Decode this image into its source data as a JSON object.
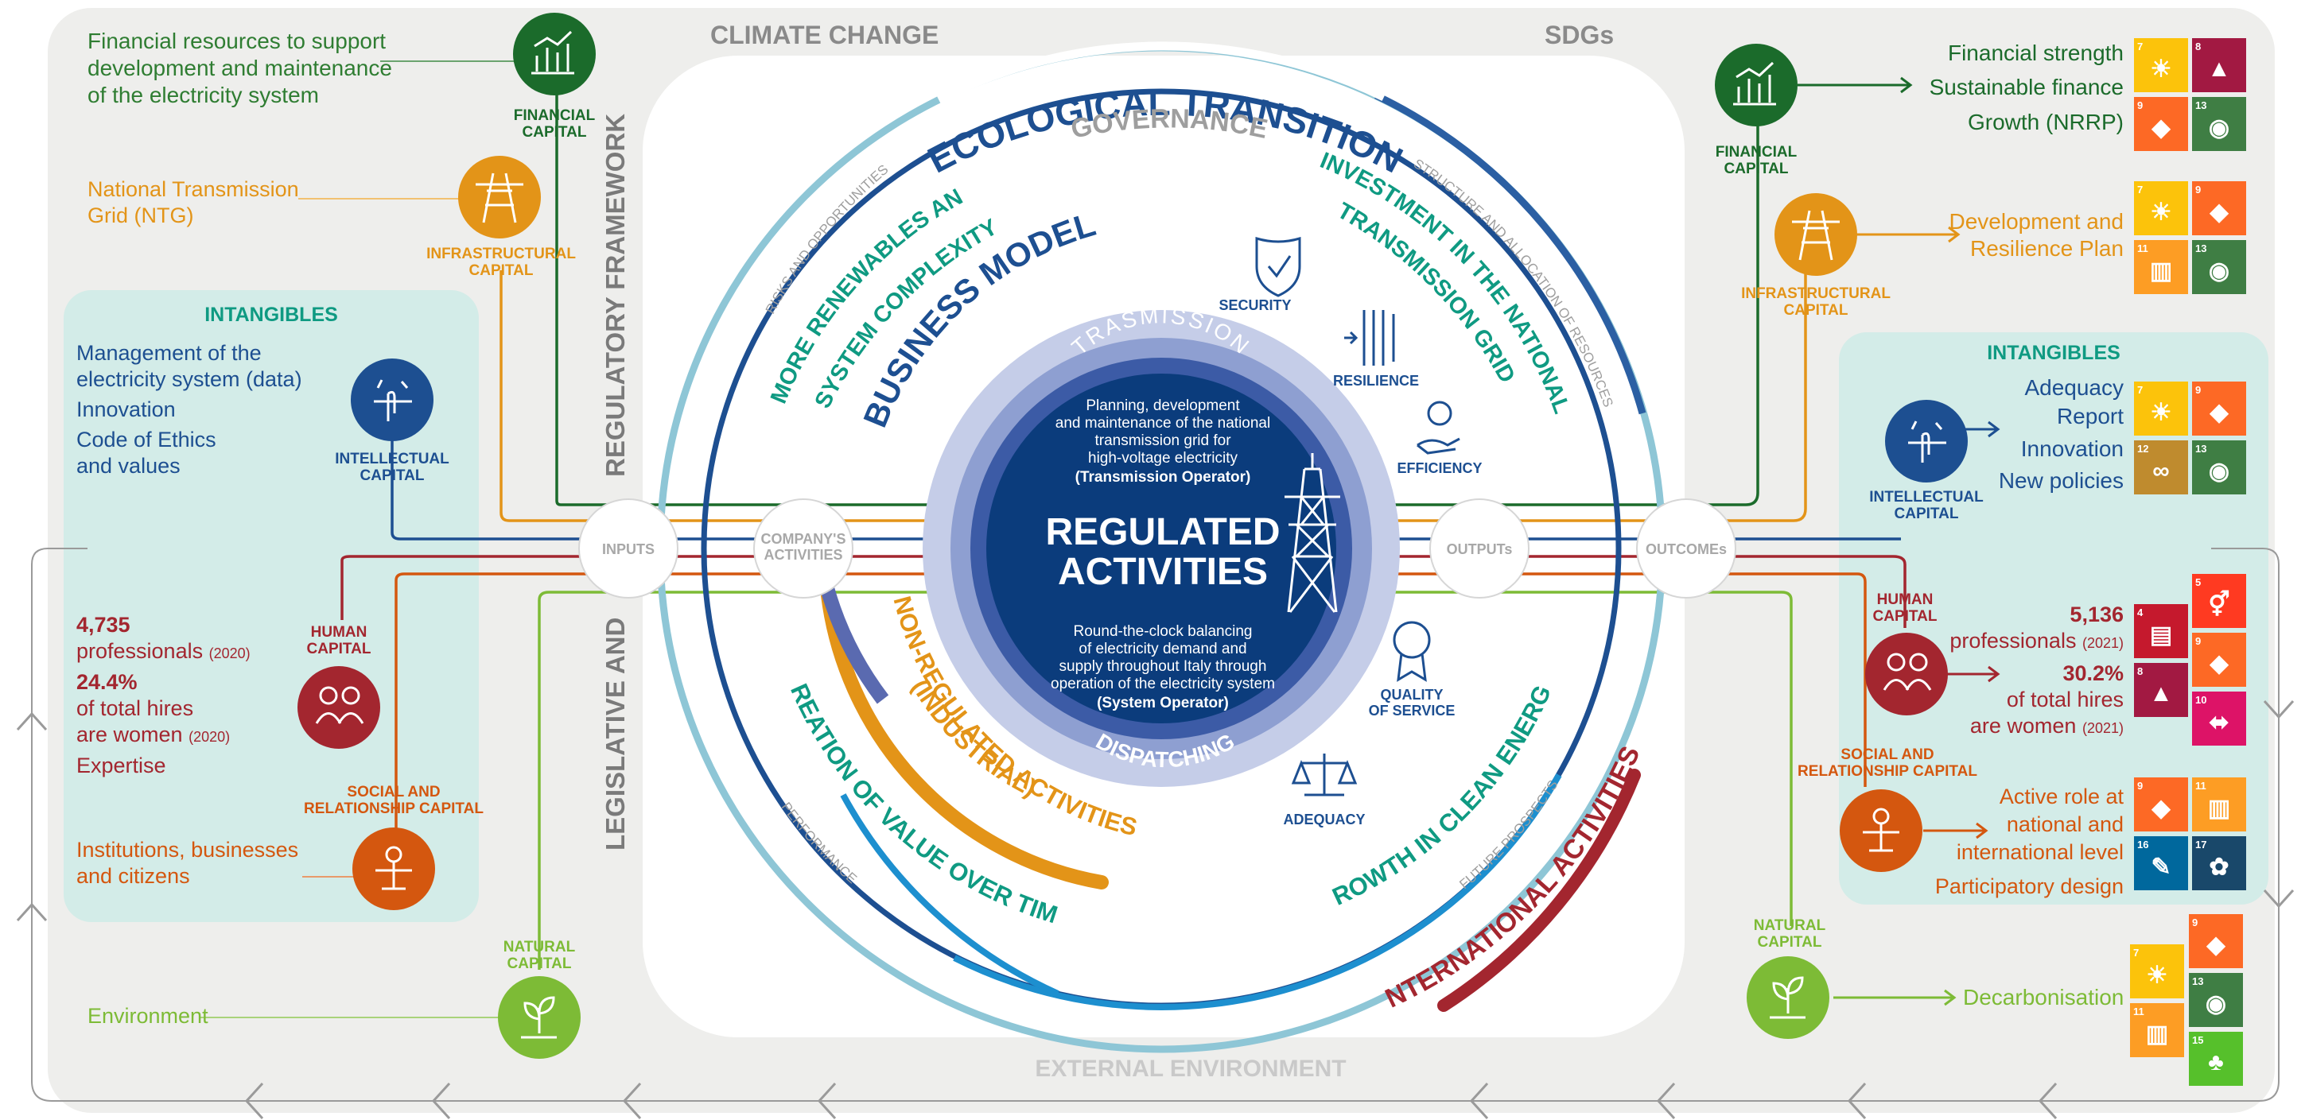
{
  "header": {
    "climate_change": "CLIMATE CHANGE",
    "sdgs": "SDGs",
    "external_environment": "EXTERNAL ENVIRONMENT",
    "regulatory_framework": "REGULATORY FRAMEWORK",
    "legislative_and": "LEGISLATIVE AND"
  },
  "ring": {
    "ecological_transition": "ECOLOGICAL TRANSITION",
    "governance": "GOVERNANCE",
    "business_model": "BUSINESS MODEL",
    "more_renewables_1": "MORE RENEWABLES AND",
    "more_renewables_2": "SYSTEM COMPLEXITY",
    "investment_1": "INVESTMENT IN THE NATIONAL",
    "investment_2": "TRANSMISSION GRID",
    "risks": "RISKS AND OPPORTUNITIES",
    "structure": "STRUCTURE AND ALLOCATION OF RESOURCES",
    "performance": "PERFORMANCE",
    "future": "FUTURE PROSPECTS",
    "creation": "CREATION OF VALUE OVER TIME",
    "growth": "GROWTH IN CLEAN ENERGY",
    "non_regulated_1": "NON-REGULATED ACTIVITIES",
    "non_regulated_2": "(INDUSTRIAL)",
    "international": "INTERNATIONAL ACTIVITIES"
  },
  "core": {
    "transmission": "TRASMISSION",
    "transmission_desc_1": "Planning, development",
    "transmission_desc_2": "and maintenance of the national",
    "transmission_desc_3": "transmission grid for",
    "transmission_desc_4": "high-voltage electricity",
    "transmission_role": "(Transmission Operator)",
    "regulated_1": "REGULATED",
    "regulated_2": "ACTIVITIES",
    "dispatch_desc_1": "Round-the-clock balancing",
    "dispatch_desc_2": "of electricity demand and",
    "dispatch_desc_3": "supply throughout Italy through",
    "dispatch_desc_4": "operation of the electricity system",
    "dispatch_role": "(System Operator)",
    "dispatching": "DISPATCHING"
  },
  "pillars": {
    "security": "SECURITY",
    "resilience": "RESILIENCE",
    "efficiency": "EFFICIENCY",
    "quality_1": "QUALITY",
    "quality_2": "OF SERVICE",
    "adequacy": "ADEQUACY"
  },
  "flow": {
    "inputs": "INPUTS",
    "activities_1": "COMPANY'S",
    "activities_2": "ACTIVITIES",
    "outputs": "OUTPUTs",
    "outcomes": "OUTCOMEs"
  },
  "left": {
    "financial_text_1": "Financial resources to support",
    "financial_text_2": "development and maintenance",
    "financial_text_3": "of the electricity system",
    "financial_cap_1": "FINANCIAL",
    "financial_cap_2": "CAPITAL",
    "ntg_1": "National Transmission",
    "ntg_2": "Grid (NTG)",
    "infra_cap_1": "INFRASTRUCTURAL",
    "infra_cap_2": "CAPITAL",
    "intangibles": "INTANGIBLES",
    "intel_1": "Management of the",
    "intel_2": "electricity system (data)",
    "intel_3": "Innovation",
    "intel_4": "Code of Ethics",
    "intel_5": "and values",
    "intel_cap_1": "INTELLECTUAL",
    "intel_cap_2": "CAPITAL",
    "human_num_1": "4,735",
    "human_txt_1": "professionals",
    "human_year_1": "(2020)",
    "human_num_2": "24.4%",
    "human_txt_2": "of total hires",
    "human_txt_3": "are women",
    "human_year_2": "(2020)",
    "human_txt_4": "Expertise",
    "human_cap_1": "HUMAN",
    "human_cap_2": "CAPITAL",
    "social_cap_1": "SOCIAL AND",
    "social_cap_2": "RELATIONSHIP CAPITAL",
    "social_txt_1": "Institutions, businesses",
    "social_txt_2": "and citizens",
    "natural_cap_1": "NATURAL",
    "natural_cap_2": "CAPITAL",
    "environment": "Environment"
  },
  "right": {
    "fin_1": "Financial strength",
    "fin_2": "Sustainable finance",
    "fin_3": "Growth (NRRP)",
    "financial_cap_1": "FINANCIAL",
    "financial_cap_2": "CAPITAL",
    "infra_1": "Development and",
    "infra_2": "Resilience Plan",
    "infra_cap_1": "INFRASTRUCTURAL",
    "infra_cap_2": "CAPITAL",
    "intangibles": "INTANGIBLES",
    "intel_1": "Adequacy",
    "intel_2": "Report",
    "intel_3": "Innovation",
    "intel_4": "New policies",
    "intel_cap_1": "INTELLECTUAL",
    "intel_cap_2": "CAPITAL",
    "human_cap_1": "HUMAN",
    "human_cap_2": "CAPITAL",
    "human_num_1": "5,136",
    "human_txt_1": "professionals",
    "human_year_1": "(2021)",
    "human_num_2": "30.2%",
    "human_txt_2": "of total hires",
    "human_txt_3": "are women",
    "human_year_2": "(2021)",
    "social_cap_1": "SOCIAL AND",
    "social_cap_2": "RELATIONSHIP CAPITAL",
    "social_1": "Active role at",
    "social_2": "national and",
    "social_3": "international level",
    "social_4": "Participatory design",
    "natural_cap_1": "NATURAL",
    "natural_cap_2": "CAPITAL",
    "decarb": "Decarbonisation"
  },
  "sdg_colors": {
    "sdg4": "#c5192d",
    "sdg5": "#ff3a21",
    "sdg7": "#fcc30b",
    "sdg8": "#a21942",
    "sdg9": "#fd6925",
    "sdg10": "#dd1367",
    "sdg11": "#fd9d24",
    "sdg12": "#bf8b2e",
    "sdg13": "#3f7e44",
    "sdg15": "#56c02b",
    "sdg16": "#00689d",
    "sdg17": "#19486a"
  },
  "colors": {
    "financial": "#1b6b2b",
    "infrastructural": "#e39418",
    "intellectual": "#1d4f91",
    "human": "#a3262f",
    "social": "#d4570f",
    "natural": "#7dbb36",
    "teal": "#0f9a82",
    "navy": "#0b3c7c"
  },
  "sdgs": {
    "s4": "4",
    "s5": "5",
    "s7": "7",
    "s8": "8",
    "s9": "9",
    "s10": "10",
    "s11": "11",
    "s12": "12",
    "s13": "13",
    "s15": "15",
    "s16": "16",
    "s17": "17"
  }
}
